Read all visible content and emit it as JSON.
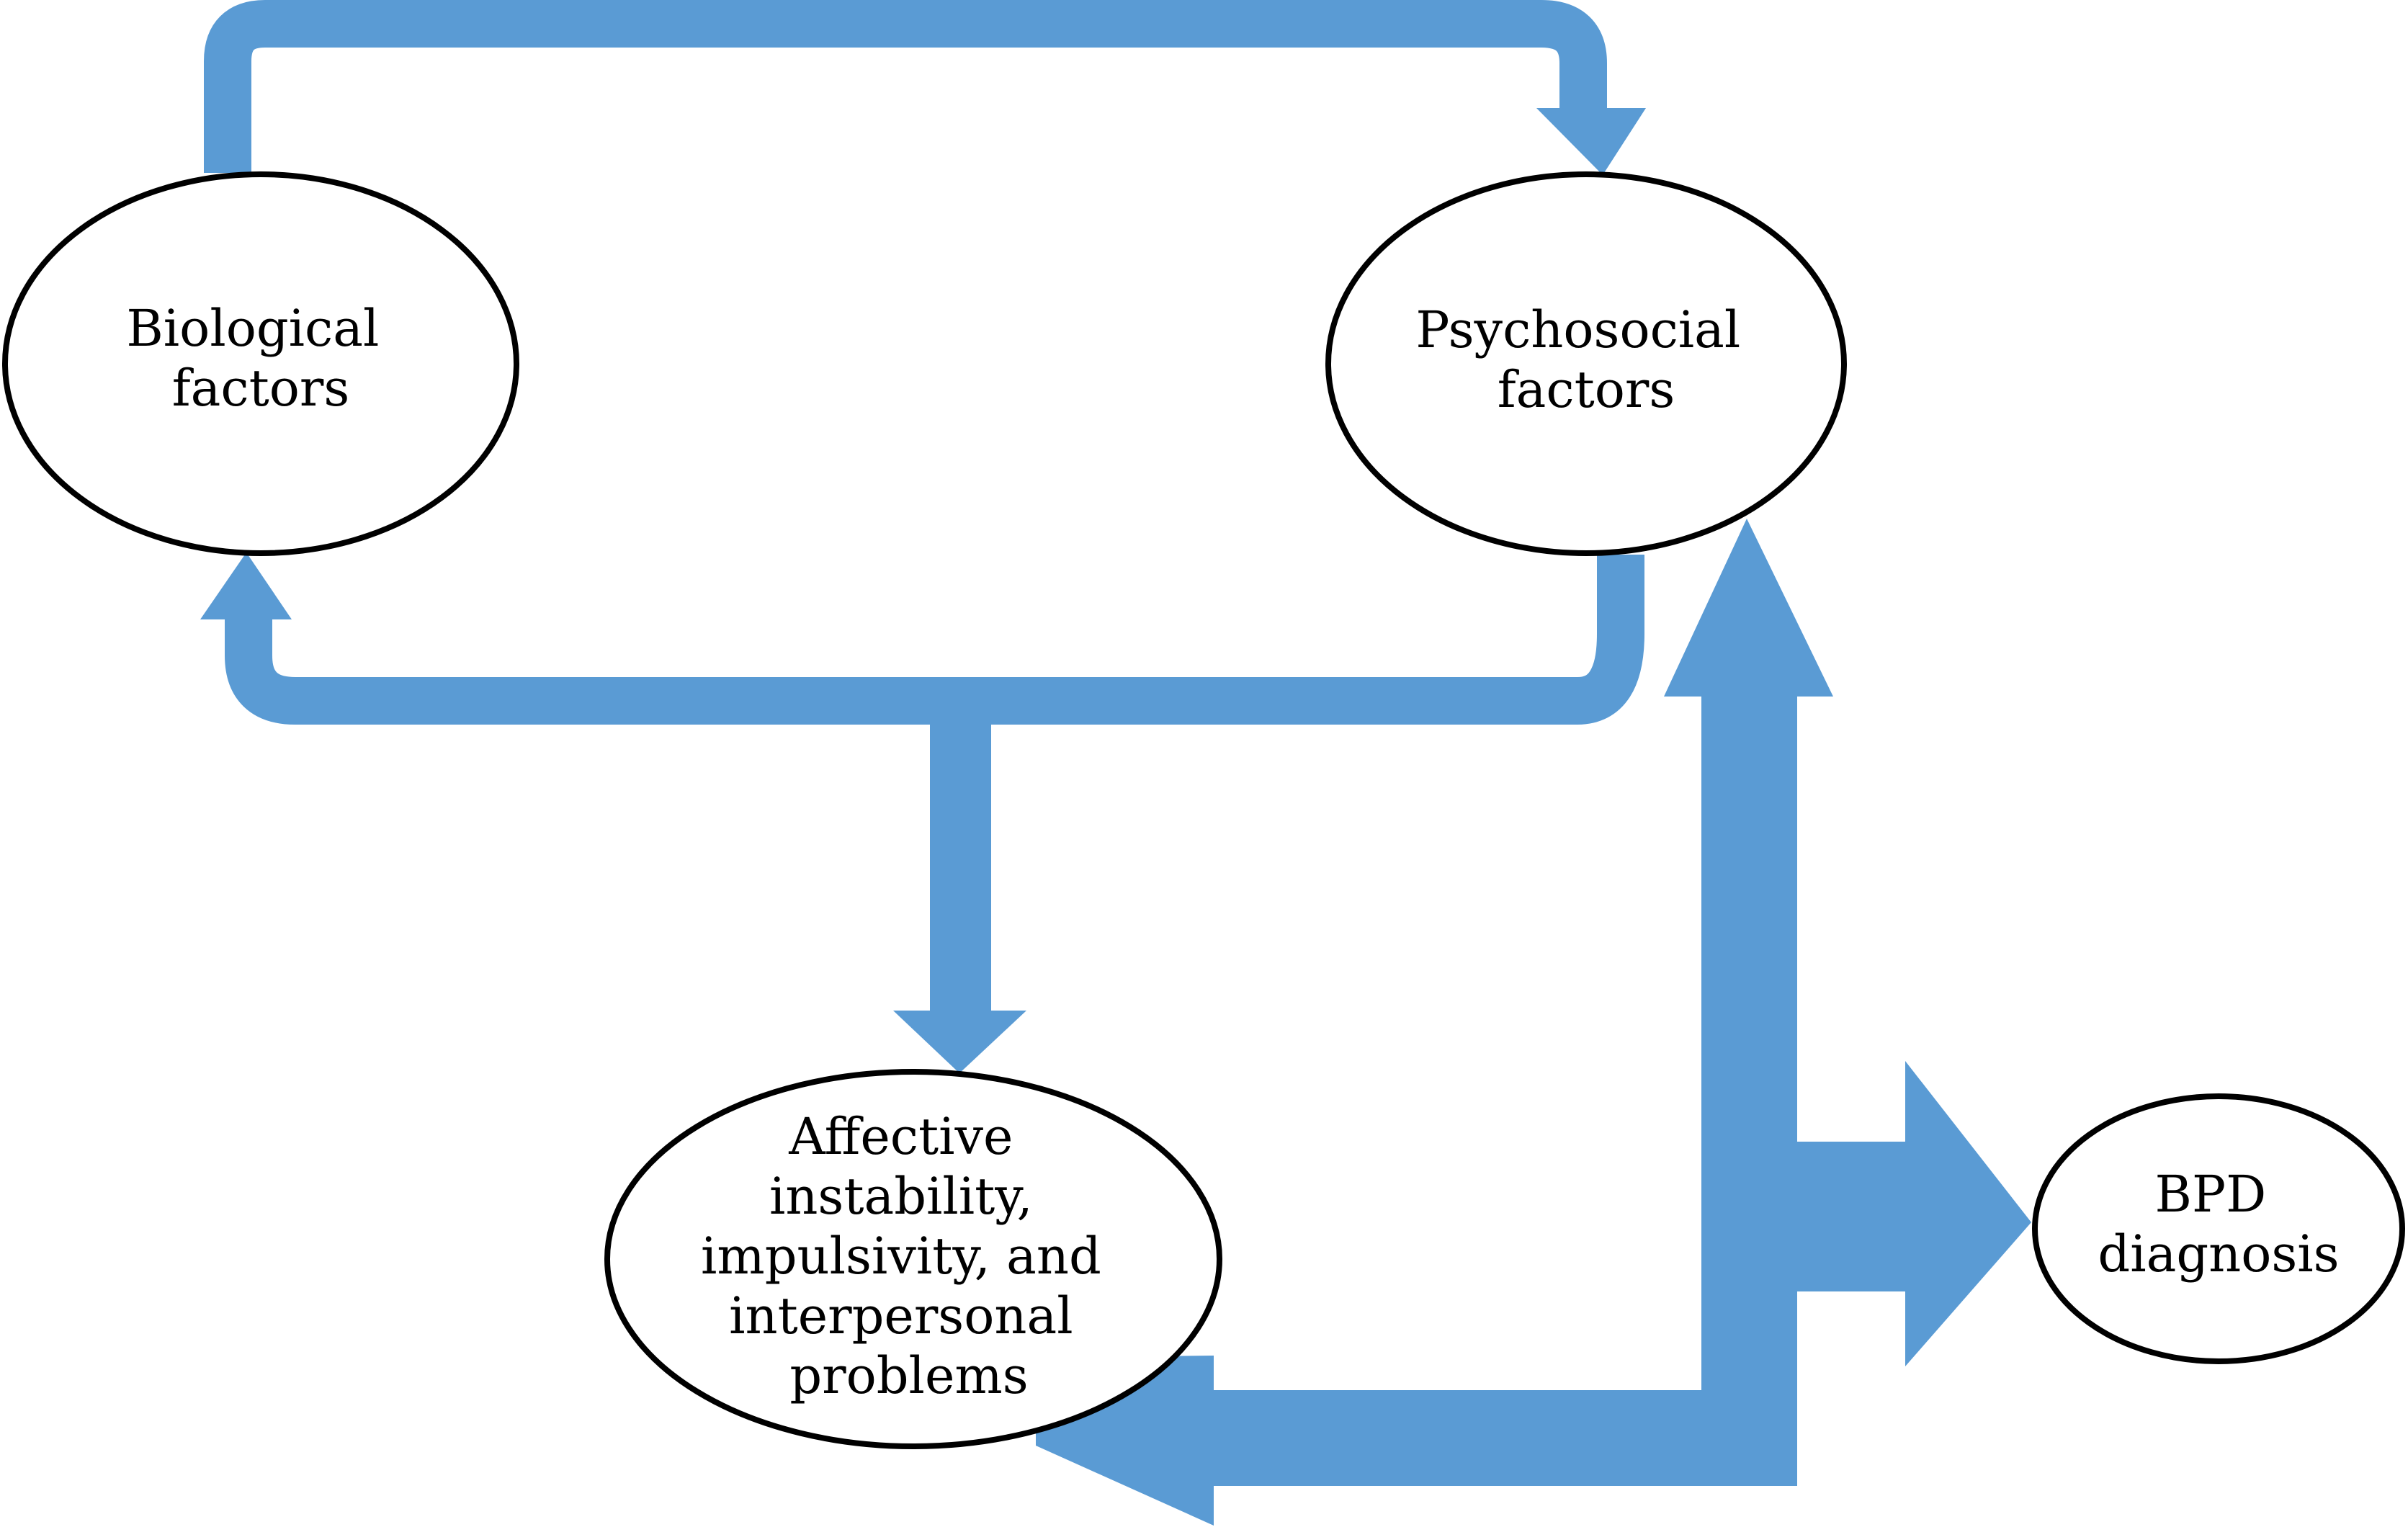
{
  "colors": {
    "arrow": "#5A9BD4",
    "node_stroke": "#000000",
    "node_fill": "#ffffff",
    "background": "#ffffff"
  },
  "nodes": {
    "biological": {
      "lines": [
        "Biological",
        "factors"
      ]
    },
    "psychosocial": {
      "lines": [
        "Psychosocial",
        "factors"
      ]
    },
    "affective": {
      "lines": [
        "Affective",
        "instability,",
        "impulsivity, and",
        "interpersonal",
        "problems"
      ]
    },
    "bpd": {
      "lines": [
        "BPD",
        "diagnosis"
      ]
    }
  }
}
